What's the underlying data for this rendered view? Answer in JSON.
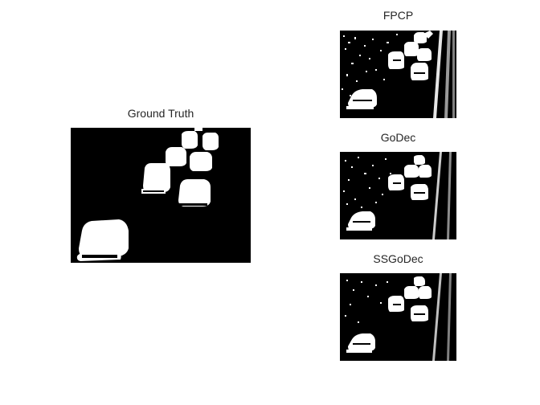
{
  "panels": {
    "ground_truth": {
      "title": "Ground Truth"
    },
    "fpcp": {
      "title": "FPCP"
    },
    "godec": {
      "title": "GoDec"
    },
    "ssgodec": {
      "title": "SSGoDec"
    }
  },
  "colors": {
    "background": "#ffffff",
    "mask_background": "#000000",
    "foreground": "#ffffff",
    "title_text": "#262626"
  }
}
